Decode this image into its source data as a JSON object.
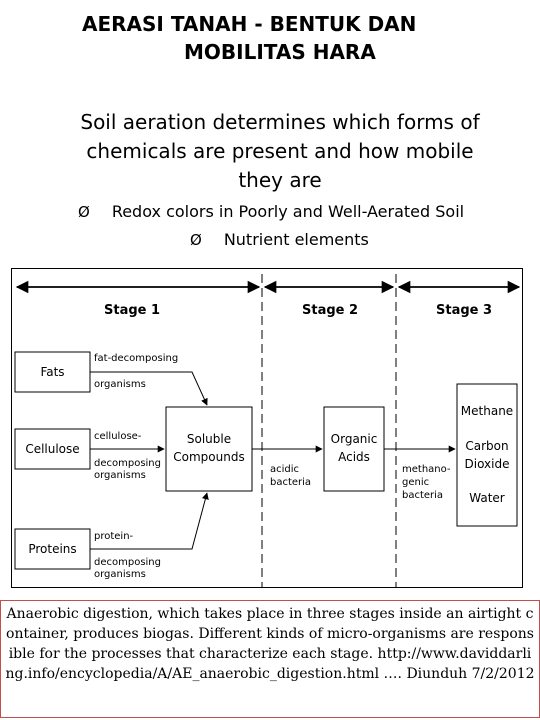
{
  "header": {
    "title_line1": "AERASI  TANAH  - BENTUK DAN",
    "title_line2": "MOBILITAS  HARA"
  },
  "lead": {
    "line1": "Soil aeration determines which forms of",
    "line2": "chemicals are present and how mobile",
    "line3": "they are"
  },
  "bullets": [
    {
      "marker": "Ø",
      "text": "Redox colors in Poorly and Well-Aerated Soil"
    },
    {
      "marker": "Ø",
      "text": "Nutrient elements"
    }
  ],
  "diagram": {
    "stages": [
      "Stage 1",
      "Stage 2",
      "Stage 3"
    ],
    "inputs": [
      "Fats",
      "Cellulose",
      "Proteins"
    ],
    "input_labels": {
      "fats": [
        "fat-decomposing",
        "organisms"
      ],
      "cellulose": [
        "cellulose-",
        "decomposing",
        "organisms"
      ],
      "proteins": [
        "protein-",
        "decomposing",
        "organisms"
      ]
    },
    "soluble": [
      "Soluble",
      "Compounds"
    ],
    "acidic": [
      "acidic",
      "bacteria"
    ],
    "organic": [
      "Organic",
      "Acids"
    ],
    "methano": [
      "methano-",
      "genic",
      "bacteria"
    ],
    "products": [
      "Methane",
      "Carbon",
      "Dioxide",
      "Water"
    ]
  },
  "caption": {
    "text": "Anaerobic digestion, which takes place in three stages inside an airtight container, produces biogas. Different kinds of micro-organisms are responsible for the processes that characterize each stage. http://www.daviddarling.info/encyclopedia/A/AE_anaerobic_digestion.html …. Diunduh 7/2/2012",
    "border_color": "#c0504d"
  }
}
